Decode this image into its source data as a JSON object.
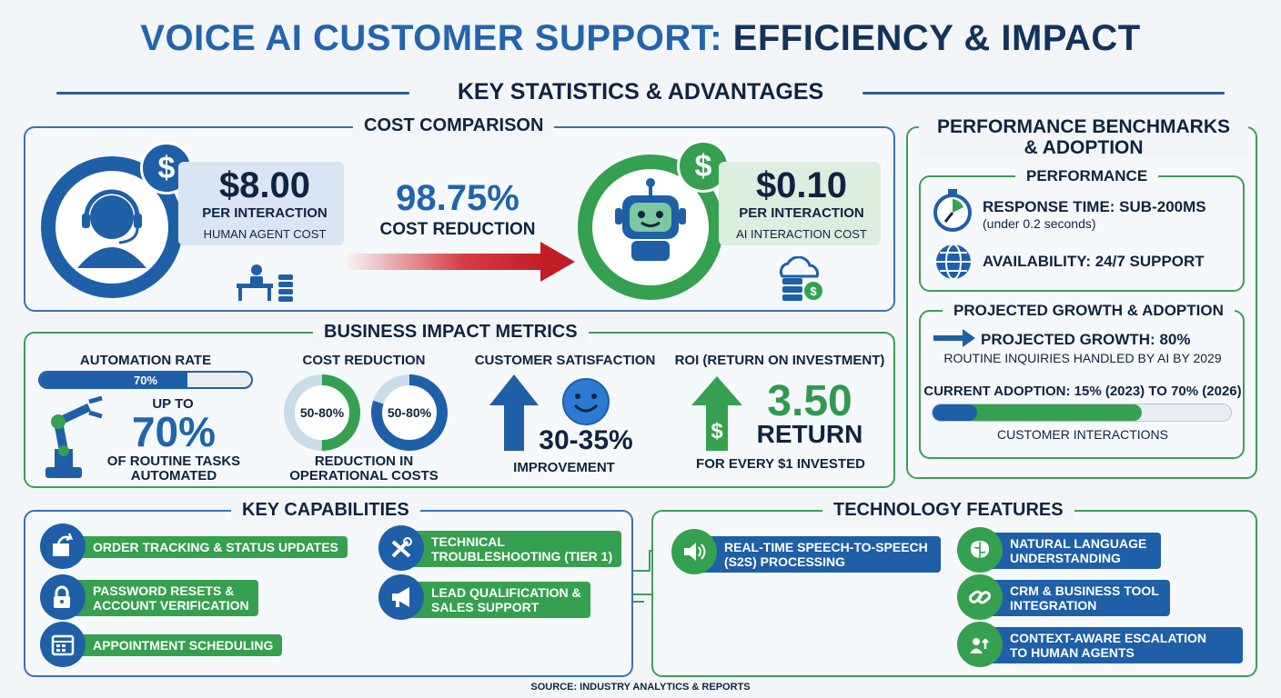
{
  "title": {
    "part1": "VOICE AI CUSTOMER SUPPORT:",
    "part2": "EFFICIENCY & IMPACT"
  },
  "subtitle": "KEY STATISTICS & ADVANTAGES",
  "colors": {
    "blue": "#1f5fa8",
    "green": "#35a04f",
    "navy": "#10233f",
    "red": "#d3262f"
  },
  "cost_comparison": {
    "label": "COST COMPARISON",
    "human": {
      "price": "$8.00",
      "unit": "PER INTERACTION",
      "desc": "HUMAN AGENT COST",
      "icons": [
        "dollar-icon",
        "headset-agent-icon",
        "desk-coins-icon"
      ]
    },
    "reduction": {
      "value": "98.75%",
      "label": "COST REDUCTION"
    },
    "ai": {
      "price": "$0.10",
      "unit": "PER INTERACTION",
      "desc": "AI INTERACTION COST",
      "icons": [
        "dollar-icon",
        "robot-icon",
        "cloud-server-icon"
      ]
    }
  },
  "performance": {
    "label_line1": "PERFORMANCE BENCHMARKS",
    "label_line2": "& ADOPTION",
    "perf_label": "PERFORMANCE",
    "response_title": "RESPONSE TIME: SUB-200MS",
    "response_sub": "(under 0.2 seconds)",
    "availability": "AVAILABILITY: 24/7 SUPPORT",
    "growth_label": "PROJECTED GROWTH & ADOPTION",
    "growth_title": "PROJECTED GROWTH: 80%",
    "growth_sub": "ROUTINE INQUIRIES HANDLED BY AI BY 2029",
    "adoption_title": "CURRENT ADOPTION: 15% (2023) TO 70% (2026)",
    "adoption_from": 0.15,
    "adoption_to": 0.7,
    "adoption_caption": "CUSTOMER INTERACTIONS"
  },
  "business": {
    "label": "BUSINESS IMPACT METRICS",
    "automation": {
      "title": "AUTOMATION RATE",
      "bar_label": "70%",
      "bar_value": 0.7,
      "up_to": "UP TO",
      "big": "70%",
      "line1": "OF ROUTINE TASKS",
      "line2": "AUTOMATED"
    },
    "cost": {
      "title": "COST REDUCTION",
      "donut1": "50-80%",
      "donut2": "50-80%",
      "donut_low": 0.5,
      "donut_high": 0.8,
      "line1": "REDUCTION IN",
      "line2": "OPERATIONAL COSTS"
    },
    "csat": {
      "title": "CUSTOMER SATISFACTION",
      "big": "30-35%",
      "sub": "IMPROVEMENT"
    },
    "roi": {
      "title": "ROI (RETURN ON INVESTMENT)",
      "big": "3.50",
      "return": "RETURN",
      "sub": "FOR EVERY $1 INVESTED"
    }
  },
  "capabilities": {
    "label": "KEY CAPABILITIES",
    "items": [
      {
        "line1": "ORDER TRACKING & STATUS UPDATES",
        "line2": "",
        "icon": "package-arrow-icon"
      },
      {
        "line1": "PASSWORD RESETS &",
        "line2": "ACCOUNT VERIFICATION",
        "icon": "lock-key-icon"
      },
      {
        "line1": "APPOINTMENT SCHEDULING",
        "line2": "",
        "icon": "calendar-icon"
      },
      {
        "line1": "TECHNICAL",
        "line2": "TROUBLESHOOTING (TIER 1)",
        "icon": "tools-gear-icon"
      },
      {
        "line1": "LEAD QUALIFICATION &",
        "line2": "SALES SUPPORT",
        "icon": "megaphone-icon"
      }
    ]
  },
  "technology": {
    "label": "TECHNOLOGY FEATURES",
    "items": [
      {
        "line1": "REAL-TIME SPEECH-TO-SPEECH",
        "line2": "(S2S) PROCESSING",
        "icon": "speaker-icon"
      },
      {
        "line1": "NATURAL LANGUAGE",
        "line2": "UNDERSTANDING",
        "icon": "brain-icon"
      },
      {
        "line1": "CRM & BUSINESS TOOL",
        "line2": "INTEGRATION",
        "icon": "link-chain-icon"
      },
      {
        "line1": "CONTEXT-AWARE ESCALATION",
        "line2": "TO HUMAN AGENTS",
        "icon": "person-escalate-icon"
      }
    ]
  },
  "source": "SOURCE: INDUSTRY ANALYTICS & REPORTS"
}
